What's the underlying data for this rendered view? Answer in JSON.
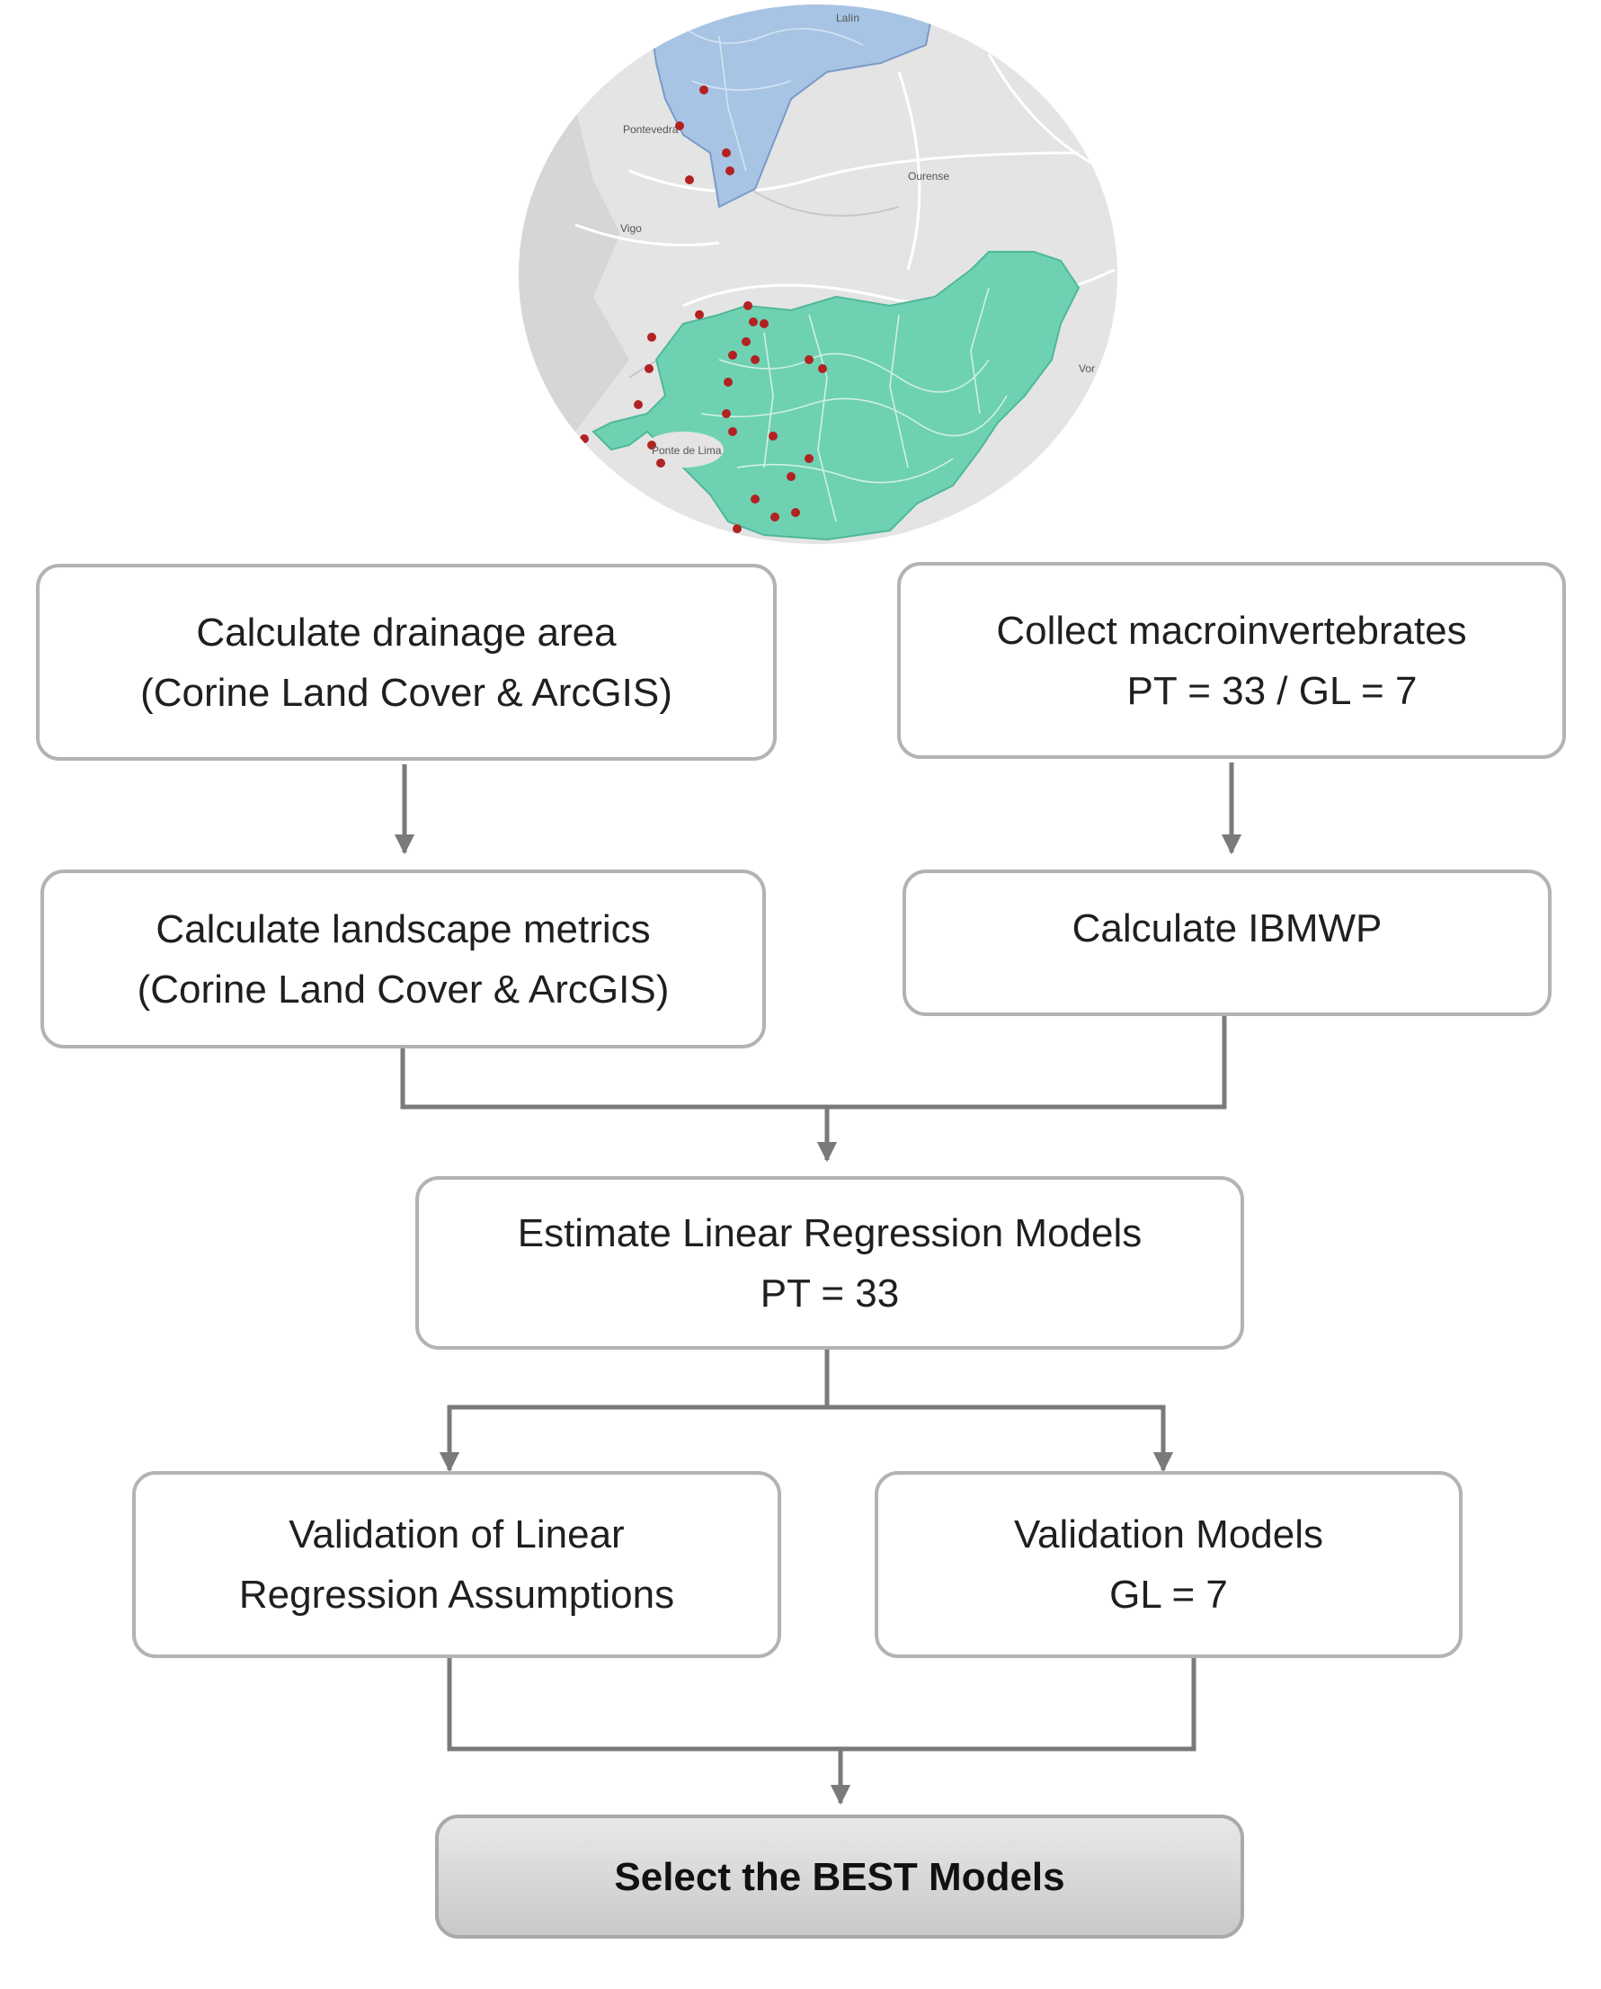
{
  "map": {
    "labels": {
      "city_top_left": "Pontevedra",
      "city_ourense": "Ourense",
      "city_vigo": "Vigo",
      "city_right": "Vor",
      "city_bottom": "Ponte de Lima",
      "top_partial": "Lalín"
    },
    "colors": {
      "basemap": "#e4e4e4",
      "sea": "#d6d6d6",
      "gl_basin": "#a8c4e4",
      "pt_basin": "#6ed2b2",
      "sample_points": "#b22222"
    }
  },
  "steps": {
    "drainage": {
      "line1": "Calculate drainage area",
      "line2": "(Corine Land Cover & ArcGIS)"
    },
    "collect": {
      "line1": "Collect macroinvertebrates",
      "line2": "PT = 33 / GL = 7"
    },
    "landscape": {
      "line1": "Calculate landscape metrics",
      "line2": "(Corine Land Cover & ArcGIS)"
    },
    "ibmwp": {
      "line1": "Calculate IBMWP"
    },
    "estimate": {
      "line1": "Estimate Linear Regression Models",
      "line2": "PT = 33"
    },
    "assumptions": {
      "line1": "Validation of Linear",
      "line2": "Regression Assumptions"
    },
    "validation": {
      "line1": "Validation Models",
      "line2": "GL = 7"
    },
    "select": {
      "line1": "Select the BEST Models"
    }
  },
  "colors": {
    "box_border": "#b3b3b3",
    "arrow": "#7a7a7a",
    "final_fill_top": "#e8e8e8",
    "final_fill_bottom": "#c9c9c9"
  }
}
